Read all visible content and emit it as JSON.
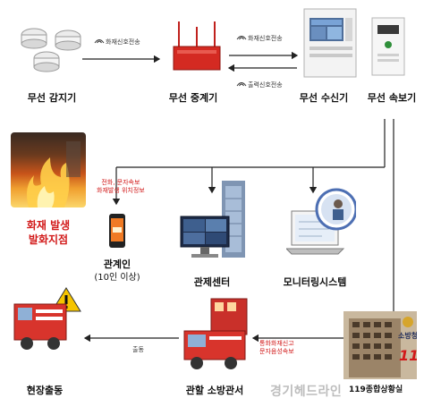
{
  "nodes": {
    "detector": "무선 감지기",
    "repeater": "무선 중계기",
    "receiver": "무선 수신기",
    "alarm": "무선 속보기",
    "stakeholder": "관계인",
    "stakeholder_sub": "(10인 이상)",
    "control_center": "관제센터",
    "monitoring": "모니터링시스템",
    "fire_hq": "119종합상황실",
    "local_station": "관할 소방관서",
    "dispatch": "현장출동"
  },
  "signals": {
    "fire_signal_1": "화재신호전송",
    "fire_signal_2": "화재신호전송",
    "output_signal": "출력신호전송",
    "phone_sms": "전화, 문자속보",
    "fire_location": "화재발생 위치정보",
    "report_1": "통화화재신고",
    "report_2": "문자음성속보",
    "dispatch_small": "출동"
  },
  "fire_photo": {
    "line1": "화재 발생",
    "line2": "발화지점"
  },
  "station_sign": "소방청",
  "watermark": "경기헤드라인",
  "colors": {
    "accent_red": "#d21a1a",
    "line_dark": "#222222"
  }
}
